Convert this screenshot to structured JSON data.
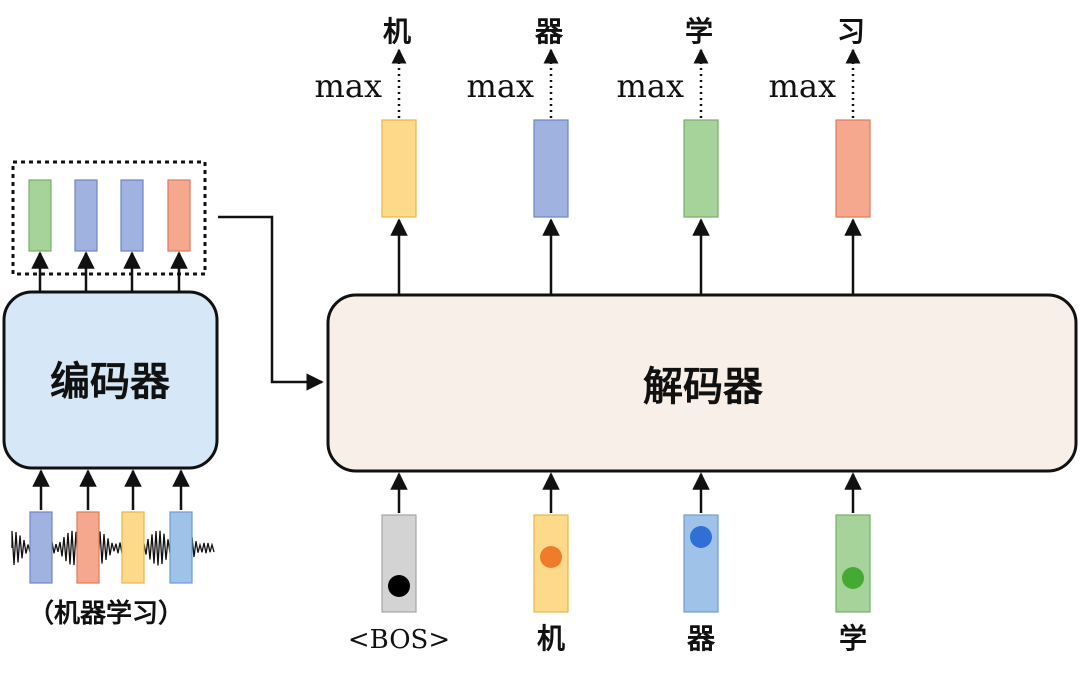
{
  "encoder": {
    "label": "编码器",
    "fill": "#d6e8f7"
  },
  "decoder": {
    "label": "解码器",
    "fill": "#f7efe8"
  },
  "input_caption": "（机器学习）",
  "outputs": [
    {
      "char": "机",
      "op": "max",
      "color": "#fdd98a",
      "stroke": "#e8b64a"
    },
    {
      "char": "器",
      "op": "max",
      "color": "#9fb2e0",
      "stroke": "#6f85c4"
    },
    {
      "char": "学",
      "op": "max",
      "color": "#a6d39a",
      "stroke": "#74b064"
    },
    {
      "char": "习",
      "op": "max",
      "color": "#f5a88e",
      "stroke": "#e07a5a"
    }
  ],
  "decoder_inputs": [
    {
      "label": "<BOS>",
      "color": "#d3d3d3",
      "stroke": "#a5a5a5",
      "dot": "#000000"
    },
    {
      "label": "机",
      "color": "#fdd98a",
      "stroke": "#e8b64a",
      "dot": "#f07b2a"
    },
    {
      "label": "器",
      "color": "#9fc2e8",
      "stroke": "#6f9ccf",
      "dot": "#2f6fd6"
    },
    {
      "label": "学",
      "color": "#a6d39a",
      "stroke": "#74b064",
      "dot": "#44aa33"
    }
  ],
  "encoder_outputs": [
    {
      "color": "#a6d39a",
      "stroke": "#74b064"
    },
    {
      "color": "#9fb2e0",
      "stroke": "#6f85c4"
    },
    {
      "color": "#9fb2e0",
      "stroke": "#6f85c4"
    },
    {
      "color": "#f5a88e",
      "stroke": "#e07a5a"
    }
  ],
  "encoder_inputs": [
    {
      "color": "#9fb2e0",
      "stroke": "#6f85c4"
    },
    {
      "color": "#f5a88e",
      "stroke": "#e07a5a"
    },
    {
      "color": "#fdd98a",
      "stroke": "#e8b64a"
    },
    {
      "color": "#9fc2e8",
      "stroke": "#6f9ccf"
    }
  ]
}
